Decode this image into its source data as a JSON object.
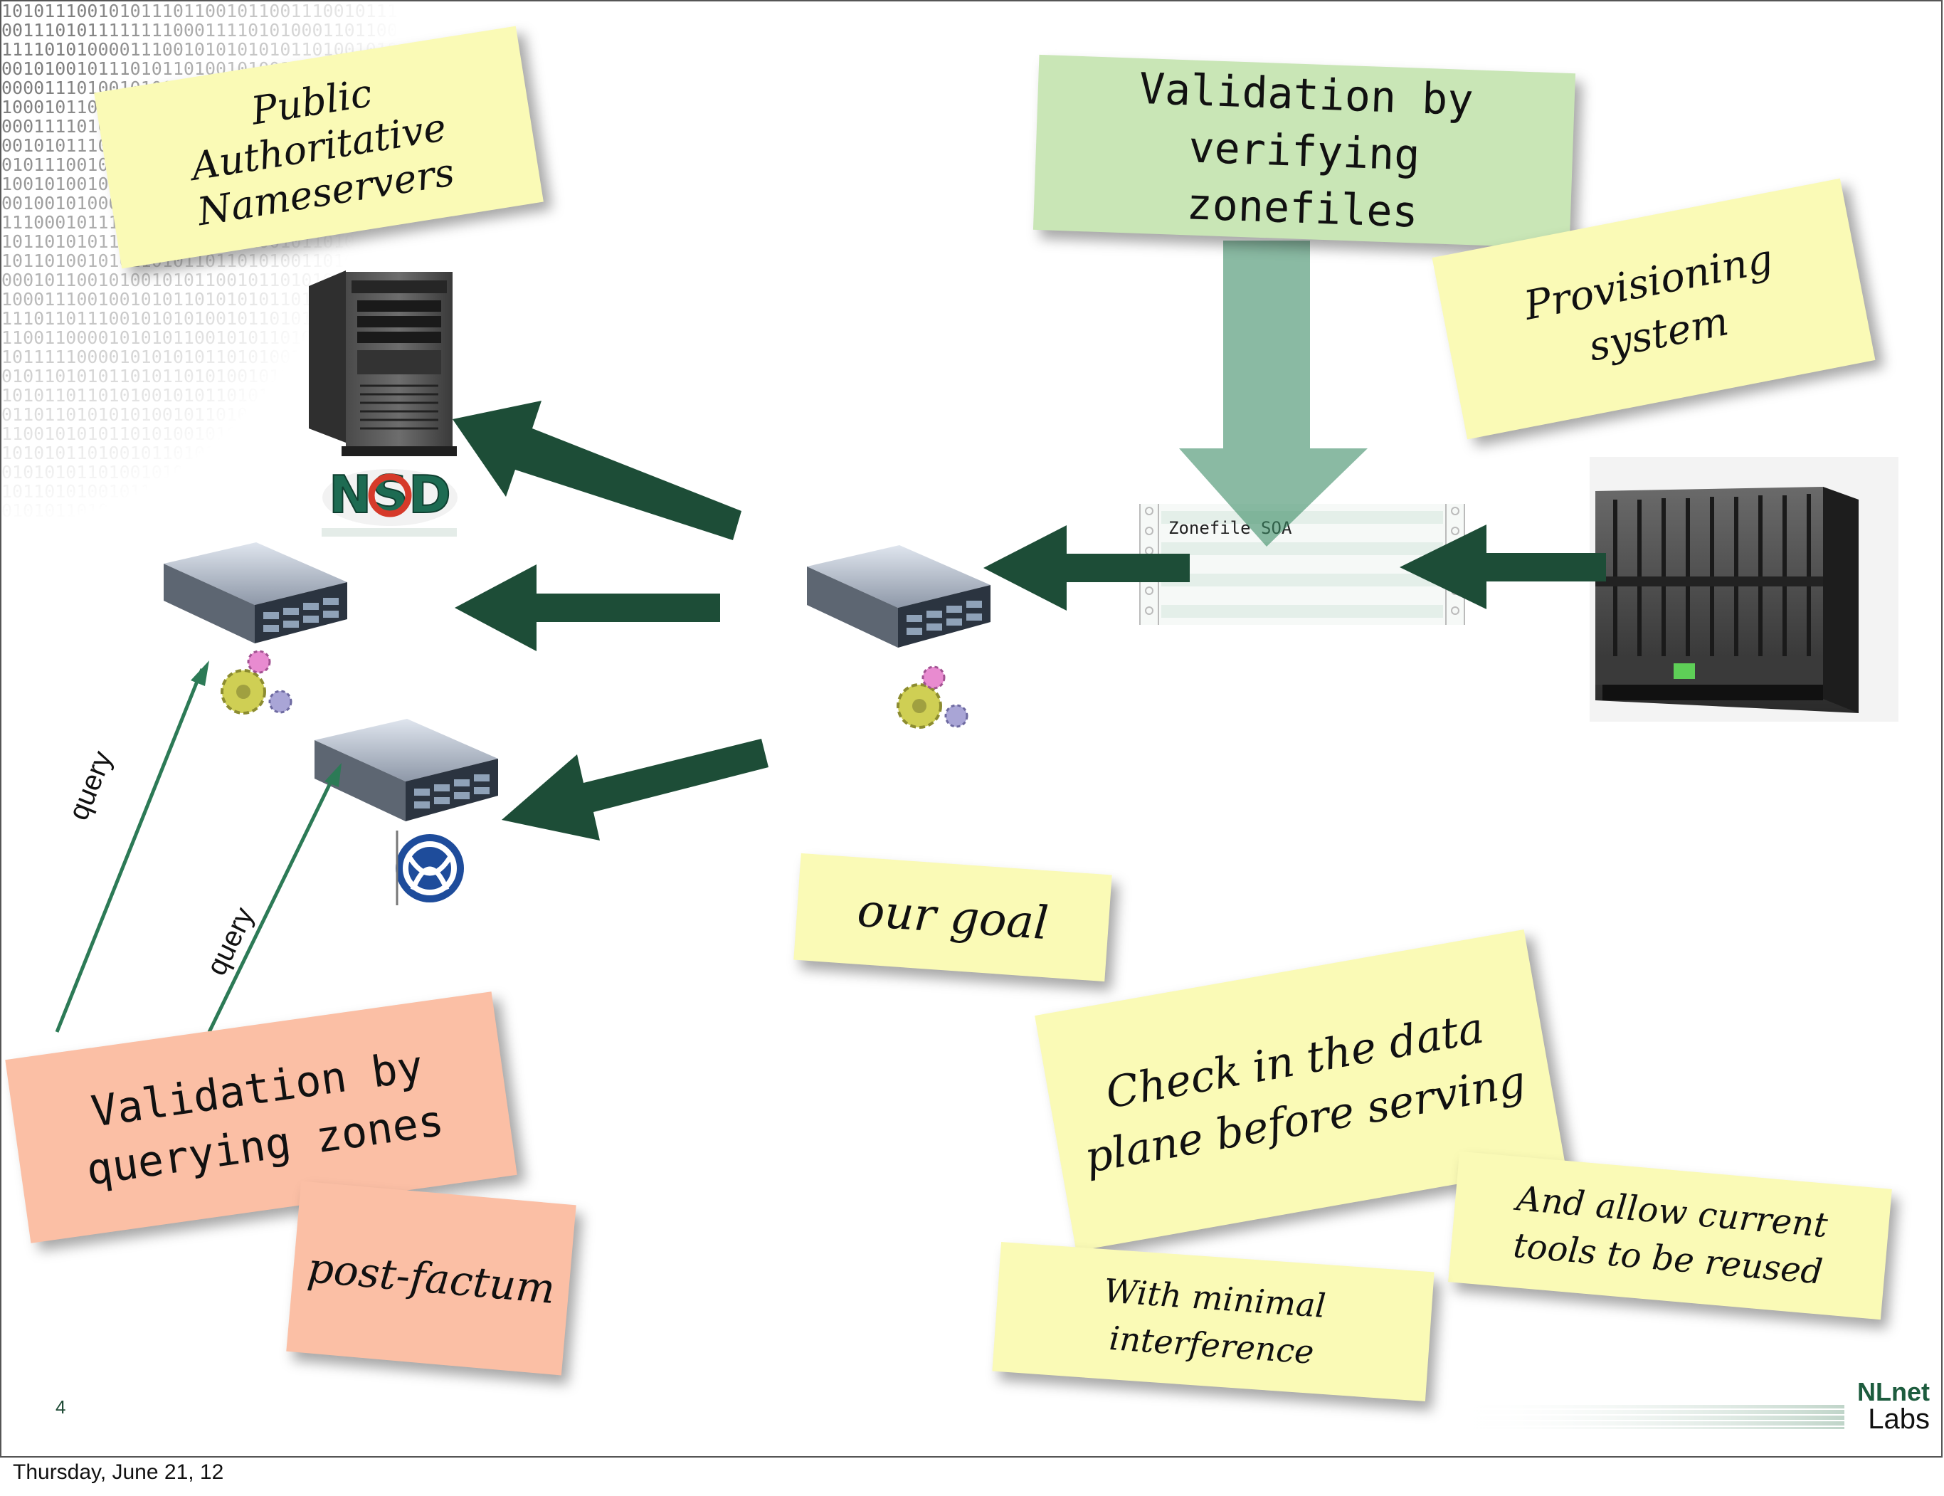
{
  "slide": {
    "number": "4",
    "date": "Thursday, June 21, 12",
    "logo_line1": "NLnet",
    "logo_line2": "Labs",
    "binary_background": "10101110010101110110010110011100101111100\n00111010111111110001111010100011011001\n11110101000011100101010101011010010101\n00101001011101011010010100101010101101\n00001110100101000111010100111010101101\n10001011010100101011101010011010010101\n00011110100111010101001101010110101001\n00101011101010101001010101110101101011\n01011100101001101011001010110011010110\n10010100101101001010110101001011010101\n00100101000110101001011010010101101101\n11100010111001010100100101010110010101\n10110101011101011011010100101101010100\n10110100101011010110110101001101010110\n00010110010100101011001011010101101010\n10001110010010101101010101101001010110\n11101101110010101010010110101101010101\n11001100001010101100101011010100101101\n10111110000101010101101010010110101010\n01011010101101011010100101010110010101\n10101101101010010101101011010010101101\n01101101010101001011010101101001010101\n11001010101101010010101101010100101101\n10101011010010110101001010110101010010\n01010101101001010101101010010110101011\n10110101001011010101001011010101010101\n01010110101010010101101010010101101010"
  },
  "notes": {
    "public_authoritative": [
      "Public",
      "Authoritative",
      "Nameservers"
    ],
    "validation_verifying": [
      "Validation by",
      "verifying",
      "zonefiles"
    ],
    "provisioning": [
      "Provisioning",
      "system"
    ],
    "our_goal": "our goal",
    "check_data_plane": [
      "Check in the data",
      "plane before serving"
    ],
    "allow_tools": [
      "And allow current",
      "tools to be reused"
    ],
    "minimal_interference": [
      "With minimal",
      "interference"
    ],
    "validation_querying": [
      "Validation by",
      "querying zones"
    ],
    "post_factum": "post-factum"
  },
  "labels": {
    "nsd_logo": "NSD",
    "zonefile_soa": "Zonefile SOA",
    "query_left": "query",
    "query_right": "query"
  },
  "colors": {
    "arrow_dark_green": "#1d4d37",
    "arrow_translucent_green": "#3c8c66",
    "query_arrow": "#2c7a56",
    "note_yellow": "#fafab6",
    "note_green": "#c9e6b6",
    "note_salmon": "#fbbfa5"
  },
  "icons": {
    "tower_server": "tower-server-icon",
    "rack_servers": "rack-server-icon",
    "gears": "gears-icon",
    "blade_enclosure": "blade-enclosure-icon",
    "knot_logo": "knot-logo-icon",
    "nsd_logo": "nsd-logo-icon"
  }
}
